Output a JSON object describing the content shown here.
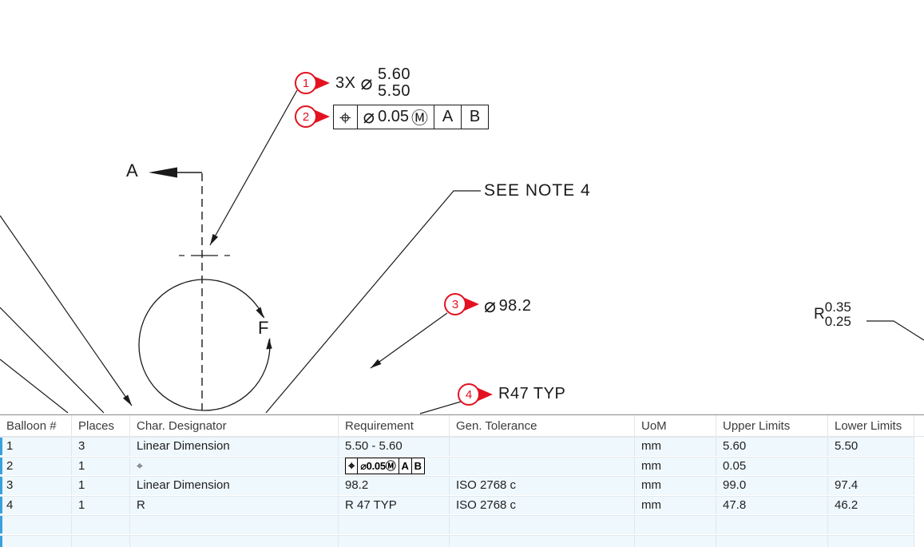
{
  "drawing": {
    "balloon_color": "#e31220",
    "datum_label": "A",
    "flag_label": "F",
    "note": "SEE NOTE 4",
    "dim_holes": {
      "prefix": "3X",
      "symbol": "⌀",
      "upper": "5.60",
      "lower": "5.50"
    },
    "fcf": {
      "position_symbol": "⌖",
      "diameter_symbol": "⌀",
      "tolerance": "0.05",
      "modifier": "Ⓜ",
      "datum1": "A",
      "datum2": "B"
    },
    "dim_diameter": {
      "symbol": "⌀",
      "value": "98.2"
    },
    "dim_radius_typ": "R47 TYP",
    "dim_radius_limits": {
      "prefix": "R",
      "upper": "0.35",
      "lower": "0.25"
    },
    "balloons": [
      {
        "n": "1"
      },
      {
        "n": "2"
      },
      {
        "n": "3"
      },
      {
        "n": "4"
      }
    ]
  },
  "table": {
    "columns": [
      "Balloon #",
      "Places",
      "Char. Designator",
      "Requirement",
      "Gen. Tolerance",
      "UoM",
      "Upper Limits",
      "Lower Limits"
    ],
    "rows": [
      {
        "balloon": "1",
        "places": "3",
        "designator": "Linear Dimension",
        "requirement": "5.50 - 5.60",
        "gen_tolerance": "",
        "uom": "mm",
        "upper": "5.60",
        "lower": "5.50"
      },
      {
        "balloon": "2",
        "places": "1",
        "designator": "⌖",
        "requirement_fcf": {
          "symbol": "⌖",
          "tolerance": "⌀0.05Ⓜ",
          "datum1": "A",
          "datum2": "B"
        },
        "gen_tolerance": "",
        "uom": "mm",
        "upper": "0.05",
        "lower": ""
      },
      {
        "balloon": "3",
        "places": "1",
        "designator": "Linear Dimension",
        "requirement": "98.2",
        "gen_tolerance": "ISO 2768 c",
        "uom": "mm",
        "upper": "99.0",
        "lower": "97.4"
      },
      {
        "balloon": "4",
        "places": "1",
        "designator": "R",
        "requirement": "R 47 TYP",
        "gen_tolerance": "ISO 2768 c",
        "uom": "mm",
        "upper": "47.8",
        "lower": "46.2"
      }
    ]
  }
}
